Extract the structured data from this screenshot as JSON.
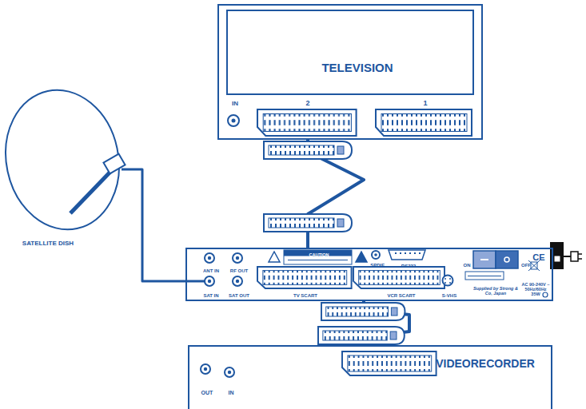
{
  "diagram": {
    "nodes": [
      {
        "text": [
          "TELEVISION",
          "IN",
          "2",
          "1"
        ]
      },
      {
        "text": [
          "SATELLITE DISH"
        ]
      },
      {
        "text": [
          "ANT IN",
          "RF OUT",
          "CAUTION",
          "SPDIF",
          "RS232",
          "ON",
          "OFF",
          "CE",
          "SAT IN",
          "SAT OUT",
          "TV SCART",
          "VCR SCART",
          "S-VHS",
          "Supplied by Strong & Co, Japan",
          "AC 90-240V ~ 50Hz/60Hz 35W"
        ]
      },
      {
        "text": [
          "VIDEORECORDER",
          "OUT",
          "IN"
        ]
      }
    ],
    "edges": [
      {
        "from": 1,
        "to": 2,
        "arrow": "none"
      },
      {
        "from": 2,
        "to": 0,
        "arrow": "none"
      },
      {
        "from": 2,
        "to": 3,
        "arrow": "none"
      }
    ]
  }
}
